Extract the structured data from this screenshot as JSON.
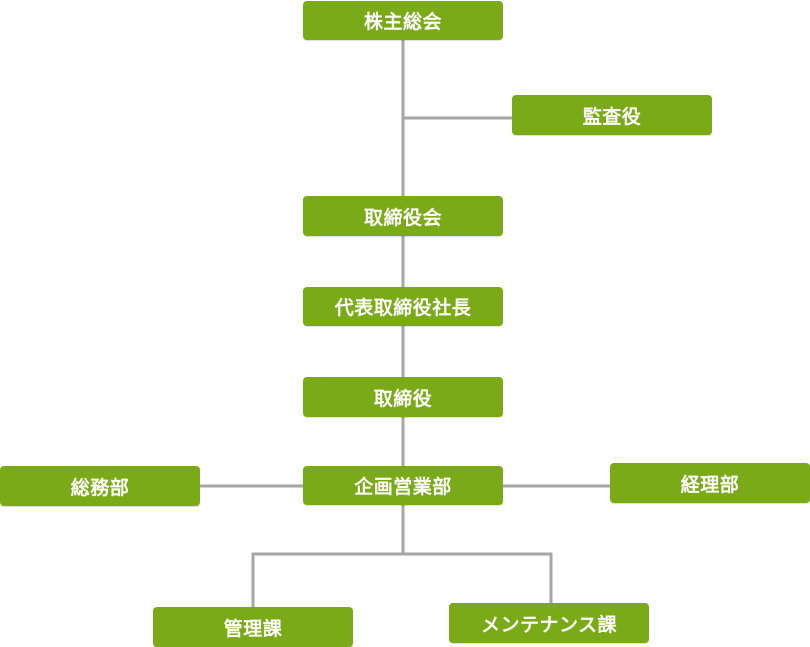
{
  "org_chart": {
    "nodes": {
      "shareholders_meeting": "株主総会",
      "auditor": "監査役",
      "board_of_directors": "取締役会",
      "representative_director": "代表取締役社長",
      "director": "取締役",
      "general_affairs": "総務部",
      "planning_sales": "企画営業部",
      "accounting": "経理部",
      "management_section": "管理課",
      "maintenance_section": "メンテナンス課"
    },
    "colors": {
      "box": "#7aaa17",
      "box_text": "#ffffff",
      "connector": "#a6a6a6"
    }
  }
}
